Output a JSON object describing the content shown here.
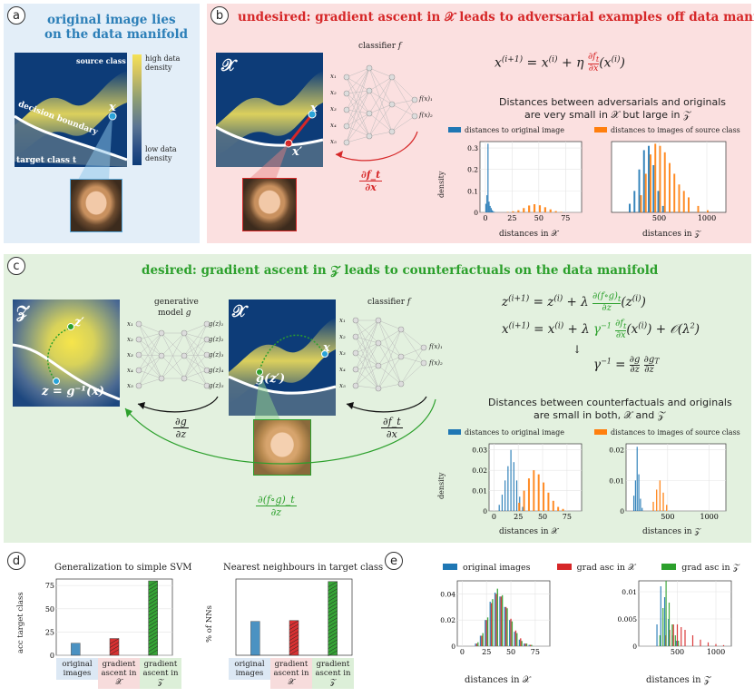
{
  "panels": {
    "a": {
      "label": "a",
      "title_line1": "original image lies",
      "title_line2": "on the data manifold",
      "source_class": "source class",
      "decision_boundary": "decision boundary",
      "target_class": "target class t",
      "x": "x",
      "legend_high": "high data",
      "legend_high2": "density",
      "legend_low": "low data",
      "legend_low2": "density"
    },
    "b": {
      "label": "b",
      "title": "undesired: gradient ascent in 𝒳 leads to adversarial examples off data manifold",
      "space": "𝒳",
      "x": "x",
      "xprime": "x′",
      "classifier": "classifier",
      "classifier_f": "f",
      "inputs": [
        "x₁",
        "x₂",
        "x₃",
        "x₄",
        "x₅"
      ],
      "outputs": [
        "f(x)₁",
        "f(x)₂"
      ],
      "grad_num": "∂f_t",
      "grad_den": "∂x",
      "equation": "x^(i+1) = x^(i) + η (∂f_t/∂x)(x^(i))",
      "dist_title1": "Distances between adversarials and originals",
      "dist_title2": "are very small in 𝒳 but large in 𝒵",
      "legend_orig": "distances to original image",
      "legend_src": "distances to images of source class",
      "ylabel": "density",
      "xlabel_left": "distances in 𝒳",
      "xlabel_right": "distances in 𝒵"
    },
    "c": {
      "label": "c",
      "title": "desired: gradient ascent in 𝒵 leads to counterfactuals on the data manifold",
      "z_space": "𝒵",
      "x_space": "𝒳",
      "zprime": "z′",
      "z_eq": "z = g⁻¹(x)",
      "gzprime": "g(z′)",
      "x": "x",
      "gen_model1": "generative",
      "gen_model2": "model",
      "gen_g": "g",
      "classifier": "classifier",
      "classifier_f": "f",
      "gen_inputs": [
        "x₁",
        "x₂",
        "x₃",
        "x₄",
        "x₅"
      ],
      "gen_outputs": [
        "g(z)₁",
        "g(z)₂",
        "g(z)₃",
        "g(z)₄",
        "g(z)₅"
      ],
      "cls_inputs": [
        "x₁",
        "x₂",
        "x₃",
        "x₄",
        "x₅"
      ],
      "cls_outputs": [
        "f(x)₁",
        "f(x)₂"
      ],
      "dg_num": "∂g",
      "dg_den": "∂z",
      "df_num": "∂f_t",
      "df_den": "∂x",
      "dfog_num": "∂(f∘g)_t",
      "dfog_den": "∂z",
      "eq1": "z^(i+1) = z^(i) + λ (∂(f∘g)_t/∂z)(z^(i))",
      "eq2": "x^(i+1) = x^(i) + λ γ⁻¹ (∂f_t/∂x)(x^(i)) + 𝒪(λ²)",
      "eq3": "γ⁻¹ = (∂g/∂z)(∂g/∂z)ᵀ",
      "dist_title1": "Distances between counterfactuals and originals",
      "dist_title2": "are small in both, 𝒳 and 𝒵",
      "legend_orig": "distances to original image",
      "legend_src": "distances to images of source class",
      "ylabel": "density",
      "xlabel_left": "distances in 𝒳",
      "xlabel_right": "distances in 𝒵"
    },
    "d": {
      "label": "d",
      "chart1_title": "Generalization to simple SVM",
      "chart1_ylabel": "acc target class",
      "chart2_title": "Nearest neighbours in target class",
      "chart2_ylabel": "% of NNs",
      "cat1": "original images",
      "cat2": "gradient ascent in 𝒳",
      "cat3": "gradient ascent in 𝒵"
    },
    "e": {
      "label": "e",
      "legend1": "original images",
      "legend2": "grad asc in 𝒳",
      "legend3": "grad asc in 𝒵",
      "xlabel_left": "distances in 𝒳",
      "xlabel_right": "distances in 𝒵"
    }
  },
  "colors": {
    "blue": "#1f77b4",
    "orange": "#ff7f0e",
    "red": "#d62728",
    "green": "#2ca02c",
    "title_blue": "#2c7fb8",
    "title_red": "#d62728",
    "title_green": "#2ca02c",
    "bg_a": "#e3eef8",
    "bg_b": "#fbe0e0",
    "bg_c": "#e3f1df"
  },
  "chart_data": [
    {
      "type": "bar",
      "name": "b-left",
      "xticks": [
        0,
        25,
        50,
        75
      ],
      "yticks": [
        0.0,
        0.1,
        0.2,
        0.3
      ],
      "xlim": [
        -5,
        90
      ],
      "ylim": [
        0,
        0.33
      ],
      "series": [
        {
          "name": "distances to original image",
          "x": [
            1,
            2,
            3,
            4,
            5,
            6,
            7,
            8,
            9
          ],
          "y": [
            0.04,
            0.08,
            0.32,
            0.05,
            0.03,
            0.02,
            0.01,
            0.005,
            0.002
          ]
        },
        {
          "name": "distances to images of source class",
          "x": [
            20,
            25,
            30,
            35,
            40,
            45,
            50,
            55,
            60,
            65,
            70
          ],
          "y": [
            0.002,
            0.005,
            0.01,
            0.02,
            0.032,
            0.038,
            0.033,
            0.024,
            0.014,
            0.006,
            0.002
          ]
        }
      ]
    },
    {
      "type": "bar",
      "name": "b-right",
      "xticks": [
        500,
        1000
      ],
      "xlim": [
        0,
        1200
      ],
      "ylim": [
        0,
        0.0033
      ],
      "series": [
        {
          "name": "distances to original image",
          "x": [
            200,
            250,
            300,
            350,
            400,
            450,
            500,
            550
          ],
          "y": [
            0.0004,
            0.001,
            0.002,
            0.0029,
            0.0031,
            0.0022,
            0.001,
            0.0003
          ]
        },
        {
          "name": "distances to images of source class",
          "x": [
            300,
            350,
            400,
            450,
            500,
            550,
            600,
            650,
            700,
            750,
            800,
            900,
            1000
          ],
          "y": [
            0.0008,
            0.0018,
            0.0027,
            0.0032,
            0.0031,
            0.0028,
            0.0023,
            0.0018,
            0.0013,
            0.001,
            0.0007,
            0.0003,
            0.0001
          ]
        }
      ]
    },
    {
      "type": "bar",
      "name": "c-left",
      "xticks": [
        0,
        25,
        50,
        75
      ],
      "yticks": [
        0.0,
        0.01,
        0.02,
        0.03
      ],
      "xlim": [
        -5,
        90
      ],
      "ylim": [
        0,
        0.033
      ],
      "series": [
        {
          "name": "distances to original image",
          "x": [
            6,
            9,
            12,
            15,
            18,
            21,
            24,
            27,
            30
          ],
          "y": [
            0.003,
            0.008,
            0.015,
            0.022,
            0.03,
            0.024,
            0.015,
            0.007,
            0.002
          ]
        },
        {
          "name": "distances to images of source class",
          "x": [
            25,
            30,
            35,
            40,
            45,
            50,
            55,
            60,
            65,
            70
          ],
          "y": [
            0.004,
            0.01,
            0.016,
            0.02,
            0.018,
            0.014,
            0.009,
            0.005,
            0.002,
            0.001
          ]
        }
      ]
    },
    {
      "type": "bar",
      "name": "c-right",
      "xticks": [
        500,
        1000
      ],
      "yticks": [
        0.0,
        0.01,
        0.02
      ],
      "xlim": [
        0,
        1200
      ],
      "ylim": [
        0,
        0.022
      ],
      "series": [
        {
          "name": "distances to original image",
          "x": [
            100,
            120,
            140,
            160,
            180,
            200
          ],
          "y": [
            0.005,
            0.01,
            0.021,
            0.012,
            0.004,
            0.001
          ]
        },
        {
          "name": "distances to images of source class",
          "x": [
            320,
            360,
            400,
            440,
            480
          ],
          "y": [
            0.003,
            0.007,
            0.01,
            0.006,
            0.002
          ]
        }
      ]
    },
    {
      "type": "bar",
      "name": "d-svm",
      "categories": [
        "original images",
        "gradient ascent in 𝒳",
        "gradient ascent in 𝒵"
      ],
      "values": [
        13,
        18,
        80
      ],
      "yticks": [
        0,
        25,
        50,
        75
      ],
      "ylim": [
        0,
        82
      ],
      "ylabel": "acc target class",
      "title": "Generalization to simple SVM"
    },
    {
      "type": "bar",
      "name": "d-nn",
      "categories": [
        "original images",
        "gradient ascent in 𝒳",
        "gradient ascent in 𝒵"
      ],
      "values": [
        40,
        41,
        87
      ],
      "ylim": [
        0,
        90
      ],
      "ylabel": "% of NNs",
      "title": "Nearest neighbours in target class"
    },
    {
      "type": "bar",
      "name": "e-left",
      "xticks": [
        0,
        25,
        50,
        75
      ],
      "yticks": [
        0.0,
        0.02,
        0.04
      ],
      "xlim": [
        -5,
        90
      ],
      "ylim": [
        0,
        0.05
      ],
      "series": [
        {
          "name": "original images",
          "x": [
            15,
            20,
            25,
            30,
            35,
            40,
            45,
            50,
            55,
            60,
            65,
            70
          ],
          "y": [
            0.002,
            0.008,
            0.02,
            0.034,
            0.041,
            0.038,
            0.03,
            0.02,
            0.011,
            0.005,
            0.002,
            0.001
          ]
        },
        {
          "name": "grad asc in 𝒳",
          "x": [
            15,
            20,
            25,
            30,
            35,
            40,
            45,
            50,
            55,
            60,
            65,
            70
          ],
          "y": [
            0.002,
            0.008,
            0.02,
            0.033,
            0.04,
            0.038,
            0.03,
            0.021,
            0.012,
            0.006,
            0.002,
            0.001
          ]
        },
        {
          "name": "grad asc in 𝒵",
          "x": [
            15,
            20,
            25,
            30,
            35,
            40,
            45,
            50,
            55,
            60,
            65,
            70
          ],
          "y": [
            0.003,
            0.01,
            0.022,
            0.036,
            0.044,
            0.039,
            0.029,
            0.019,
            0.01,
            0.004,
            0.002,
            0.001
          ]
        }
      ]
    },
    {
      "type": "bar",
      "name": "e-right",
      "xticks": [
        500,
        1000
      ],
      "yticks": [
        0.0,
        0.005,
        0.01
      ],
      "xlim": [
        0,
        1200
      ],
      "ylim": [
        0,
        0.012
      ],
      "series": [
        {
          "name": "original images",
          "x": [
            250,
            300,
            350,
            400,
            450,
            500
          ],
          "y": [
            0.004,
            0.011,
            0.009,
            0.005,
            0.002,
            0.001
          ]
        },
        {
          "name": "grad asc in 𝒳",
          "x": [
            350,
            400,
            450,
            500,
            550,
            600,
            700,
            800,
            900,
            1000,
            1100
          ],
          "y": [
            0.002,
            0.003,
            0.004,
            0.004,
            0.0035,
            0.003,
            0.002,
            0.0012,
            0.0007,
            0.0004,
            0.0002
          ]
        },
        {
          "name": "grad asc in 𝒵",
          "x": [
            260,
            300,
            340,
            380,
            420,
            460,
            500
          ],
          "y": [
            0.002,
            0.007,
            0.012,
            0.008,
            0.004,
            0.002,
            0.001
          ]
        }
      ]
    }
  ]
}
